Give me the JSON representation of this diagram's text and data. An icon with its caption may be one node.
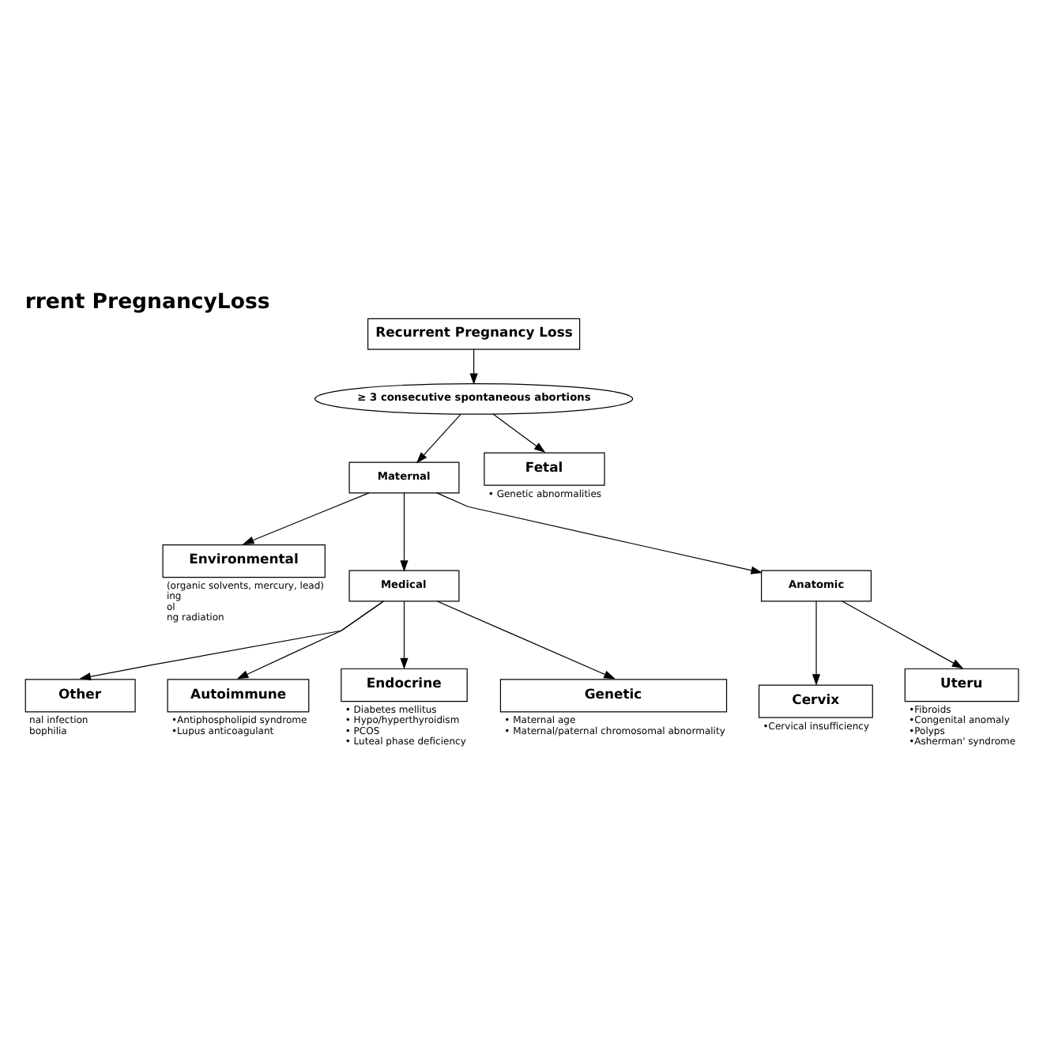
{
  "diagram": {
    "title": "rrent PregnancyLoss",
    "nodes": [
      {
        "text": [
          "Recurrent Pregnancy Loss"
        ]
      },
      {
        "text": [
          "≥ 3 consecutive spontaneous abortions"
        ]
      },
      {
        "text": [
          "Maternal"
        ]
      },
      {
        "text": [
          "Fetal"
        ],
        "beside": [
          "• Genetic abnormalities"
        ]
      },
      {
        "text": [
          "Environmental"
        ],
        "beside": [
          "(organic solvents, mercury, lead)",
          "ing",
          "ol",
          "ng radiation"
        ]
      },
      {
        "text": [
          "Medical"
        ]
      },
      {
        "text": [
          "Anatomic"
        ]
      },
      {
        "text": [
          "Cervix"
        ],
        "beside": [
          "•Cervical insufficiency"
        ]
      },
      {
        "text": [
          "Uteru"
        ],
        "beside": [
          "•Fibroids",
          "•Congenital anomaly",
          "•Polyps",
          "•Asherman' syndrome"
        ]
      },
      {
        "text": [
          "Other"
        ],
        "beside": [
          "nal infection",
          "bophilia"
        ]
      },
      {
        "text": [
          "Autoimmune"
        ],
        "beside": [
          "•Antiphospholipid syndrome",
          "•Lupus anticoagulant"
        ]
      },
      {
        "text": [
          "Endocrine"
        ],
        "beside": [
          "• Diabetes mellitus",
          "• Hypo/hyperthyroidism",
          "• PCOS",
          "• Luteal phase deficiency"
        ]
      },
      {
        "text": [
          "Genetic"
        ],
        "beside": [
          "• Maternal age",
          "• Maternal/paternal chromosomal abnormality"
        ]
      }
    ],
    "edges": [
      {
        "from": 0,
        "to": 1,
        "arrow": "to"
      },
      {
        "from": 1,
        "to": 2,
        "arrow": "to"
      },
      {
        "from": 1,
        "to": 3,
        "arrow": "to"
      },
      {
        "from": 2,
        "to": 4,
        "arrow": "to"
      },
      {
        "from": 2,
        "to": 5,
        "arrow": "to"
      },
      {
        "from": 2,
        "to": 6,
        "arrow": "to"
      },
      {
        "from": 6,
        "to": 7,
        "arrow": "to"
      },
      {
        "from": 6,
        "to": 8,
        "arrow": "to"
      },
      {
        "from": 5,
        "to": 9,
        "arrow": "to"
      },
      {
        "from": 5,
        "to": 10,
        "arrow": "to"
      },
      {
        "from": 5,
        "to": 11,
        "arrow": "to"
      },
      {
        "from": 5,
        "to": 12,
        "arrow": "to"
      }
    ]
  }
}
